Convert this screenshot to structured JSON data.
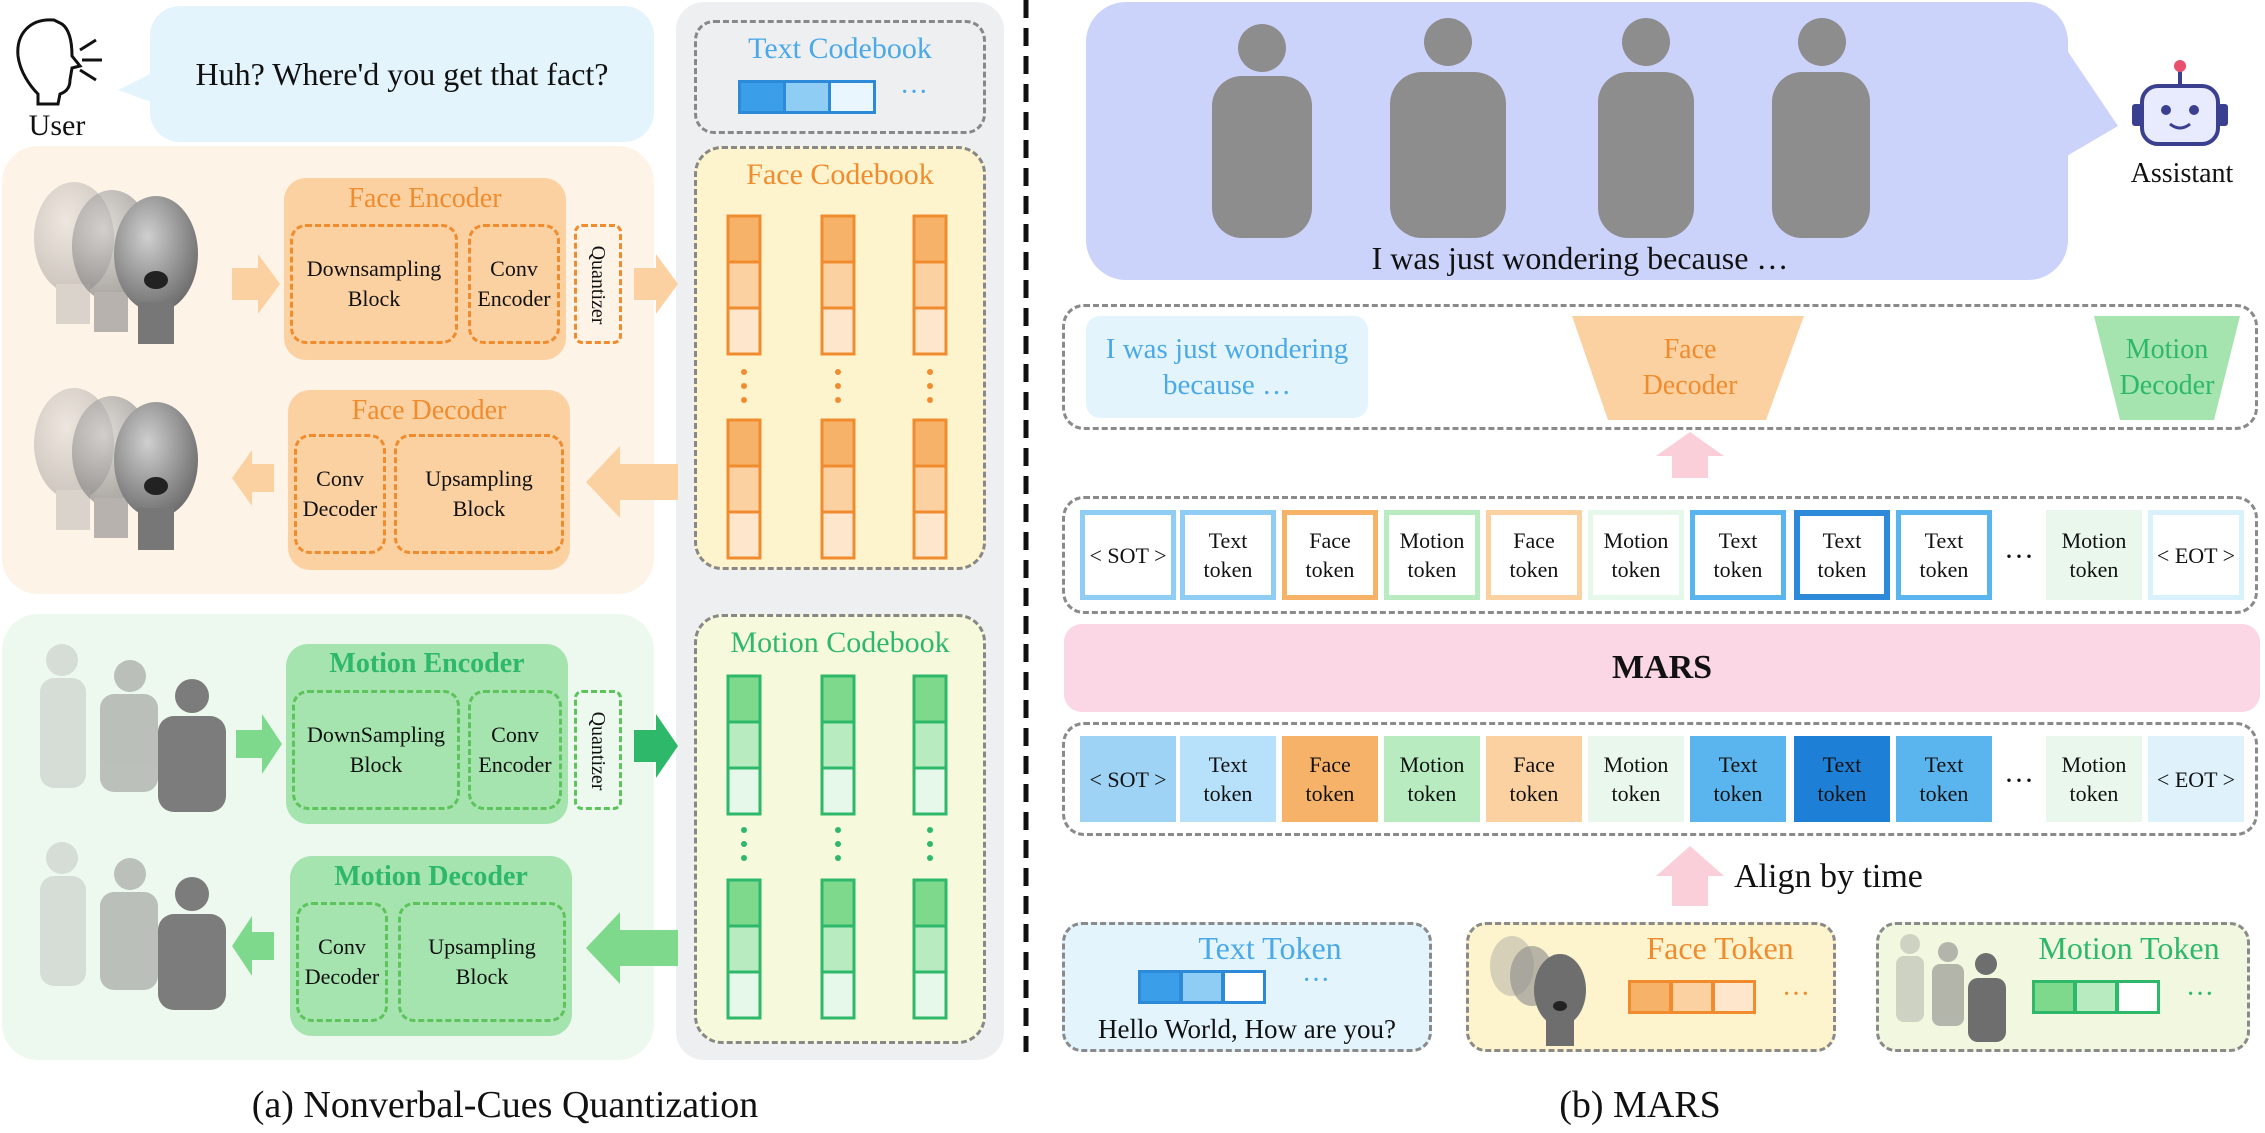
{
  "colors": {
    "orange": "#f08c2e",
    "orange_light": "#fde6cc",
    "orange_bg": "#fef3e7",
    "green": "#2eb86a",
    "green_light": "#cdf0d2",
    "green_bg": "#edf9ee",
    "blue": "#3a9fe8",
    "blue_text": "#4aa9e6",
    "blue_bg": "#e3f4fd",
    "mars_pink": "#fbd6e4",
    "purple_bg": "#ccd3fb",
    "gray_panel": "#eeeff1"
  },
  "user": {
    "label": "User",
    "utterance": "Huh? Where'd you get that fact?"
  },
  "assistant": {
    "label": "Assistant",
    "utterance": "I was just wondering because …"
  },
  "panel_a": {
    "caption": "(a) Nonverbal-Cues Quantization",
    "face_encoder": {
      "title": "Face Encoder",
      "block1": "Downsampling\nBlock",
      "block2": "Conv\nEncoder",
      "quantizer": "Quantizer"
    },
    "face_decoder": {
      "title": "Face Decoder",
      "block1": "Conv\nDecoder",
      "block2": "Upsampling\nBlock"
    },
    "motion_encoder": {
      "title": "Motion Encoder",
      "block1": "DownSampling\nBlock",
      "block2": "Conv\nEncoder",
      "quantizer": "Quantizer"
    },
    "motion_decoder": {
      "title": "Motion Decoder",
      "block1": "Conv\nDecoder",
      "block2": "Upsampling\nBlock"
    },
    "codebooks": {
      "text": "Text Codebook",
      "face": "Face Codebook",
      "motion": "Motion Codebook",
      "ellipsis": "···"
    }
  },
  "panel_b": {
    "caption": "(b) MARS",
    "output_text": "I was just wondering\nbecause …",
    "face_decoder": "Face\nDecoder",
    "motion_decoder": "Motion\nDecoder",
    "model_name": "MARS",
    "align_label": "Align by time",
    "ellipsis": "···",
    "top_tokens": [
      "< SOT >",
      "Text\ntoken",
      "Face\ntoken",
      "Motion\ntoken",
      "Face\ntoken",
      "Motion\ntoken",
      "Text\ntoken",
      "Text\ntoken",
      "Text\ntoken",
      "Motion\ntoken",
      "< EOT >"
    ],
    "bottom_tokens": [
      "< SOT >",
      "Text\ntoken",
      "Face\ntoken",
      "Motion\ntoken",
      "Face\ntoken",
      "Motion\ntoken",
      "Text\ntoken",
      "Text\ntoken",
      "Text\ntoken",
      "Motion\ntoken",
      "< EOT >"
    ],
    "inputs": {
      "text_title": "Text Token",
      "text_example": "Hello World, How are you?",
      "face_title": "Face Token",
      "motion_title": "Motion Token"
    }
  }
}
